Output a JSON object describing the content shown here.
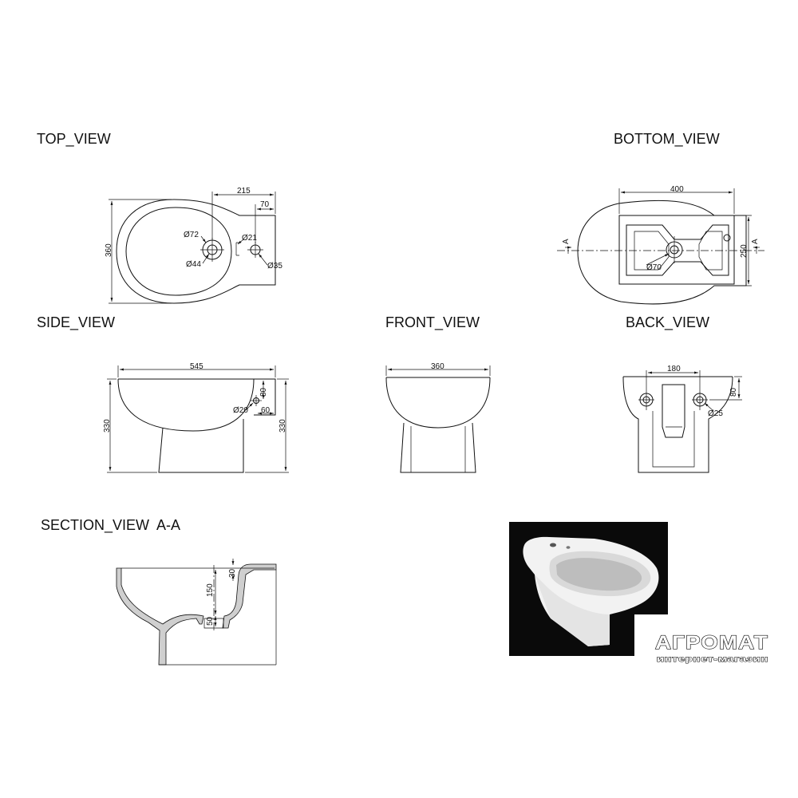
{
  "views": {
    "top": "TOP_VIEW",
    "bottom": "BOTTOM_VIEW",
    "side": "SIDE_VIEW",
    "front": "FRONT_VIEW",
    "back": "BACK_VIEW",
    "section": "SECTION_VIEW  A-A"
  },
  "top_view": {
    "dim_width_215": "215",
    "dim_offset_70": "70",
    "dim_height_360": "360",
    "hole_d72": "Ø72",
    "hole_d44": "Ø44",
    "hole_d21": "Ø21",
    "hole_d35": "Ø35"
  },
  "bottom_view": {
    "dim_width_400": "400",
    "dim_height_250": "250",
    "hole_d70": "Ø70",
    "section_mark_left": "A",
    "section_mark_right": "A"
  },
  "side_view": {
    "dim_length_545": "545",
    "dim_height_left_330": "330",
    "dim_height_right_330": "330",
    "dim_80": "80",
    "dim_60": "60",
    "hole_d20": "Ø20"
  },
  "front_view": {
    "dim_width_360": "360"
  },
  "back_view": {
    "dim_180": "180",
    "dim_80": "80",
    "hole_d25": "Ø25"
  },
  "section_view": {
    "dim_30": "30",
    "dim_150": "150",
    "dim_50": "50"
  },
  "logo": {
    "main": "АГРОМАТ",
    "sub": "интернет-магазин"
  },
  "photo": {
    "background_color": "#0a0a0a",
    "product_color": "#f2f2f2"
  }
}
